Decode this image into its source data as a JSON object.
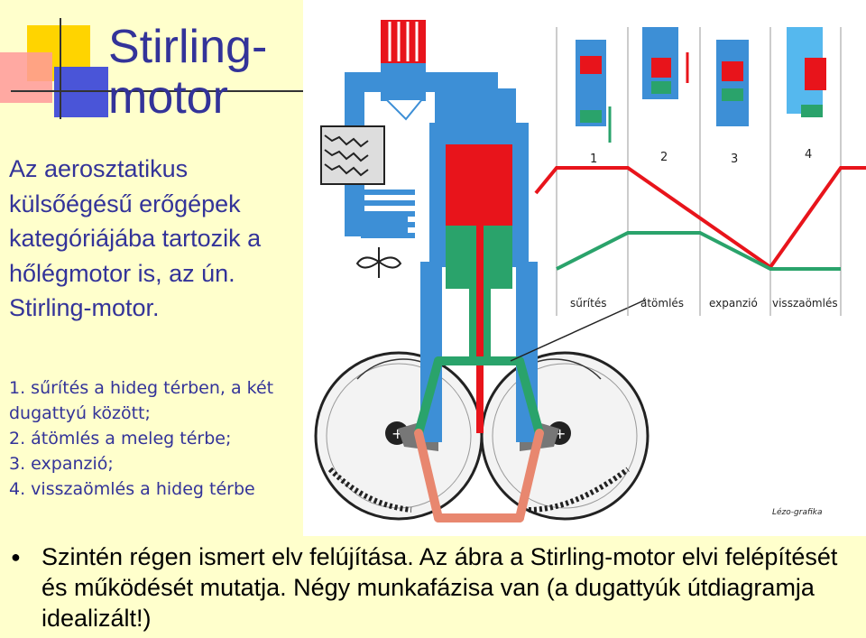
{
  "title": "Stirling-motor",
  "intro": "Az aerosztatikus külsőégésű erőgépek kategóriájába tartozik a hőlégmotor is, az ún. Stirling-motor.",
  "steps": [
    "1. sűrítés a hideg térben, a két dugattyú között;",
    "2. átömlés a meleg térbe;",
    "3. expanzió;",
    "4. visszaömlés a hideg térbe"
  ],
  "diagram": {
    "phase_numbers": [
      "1",
      "2",
      "3",
      "4"
    ],
    "phase_labels": [
      "sűrítés",
      "átömlés",
      "expanzió",
      "visszaömlés"
    ],
    "signature": "Lézo-grafika",
    "colors": {
      "hot": "#e8141b",
      "cold": "#2aa36b",
      "body": "#3d8fd6"
    }
  },
  "bottom_text": "Szintén régen ismert elv felújítása. Az ábra a Stirling-motor elvi felépítését és működését mutatja. Négy munkafázisa van (a dugattyúk útdiagramja idealizált!)"
}
